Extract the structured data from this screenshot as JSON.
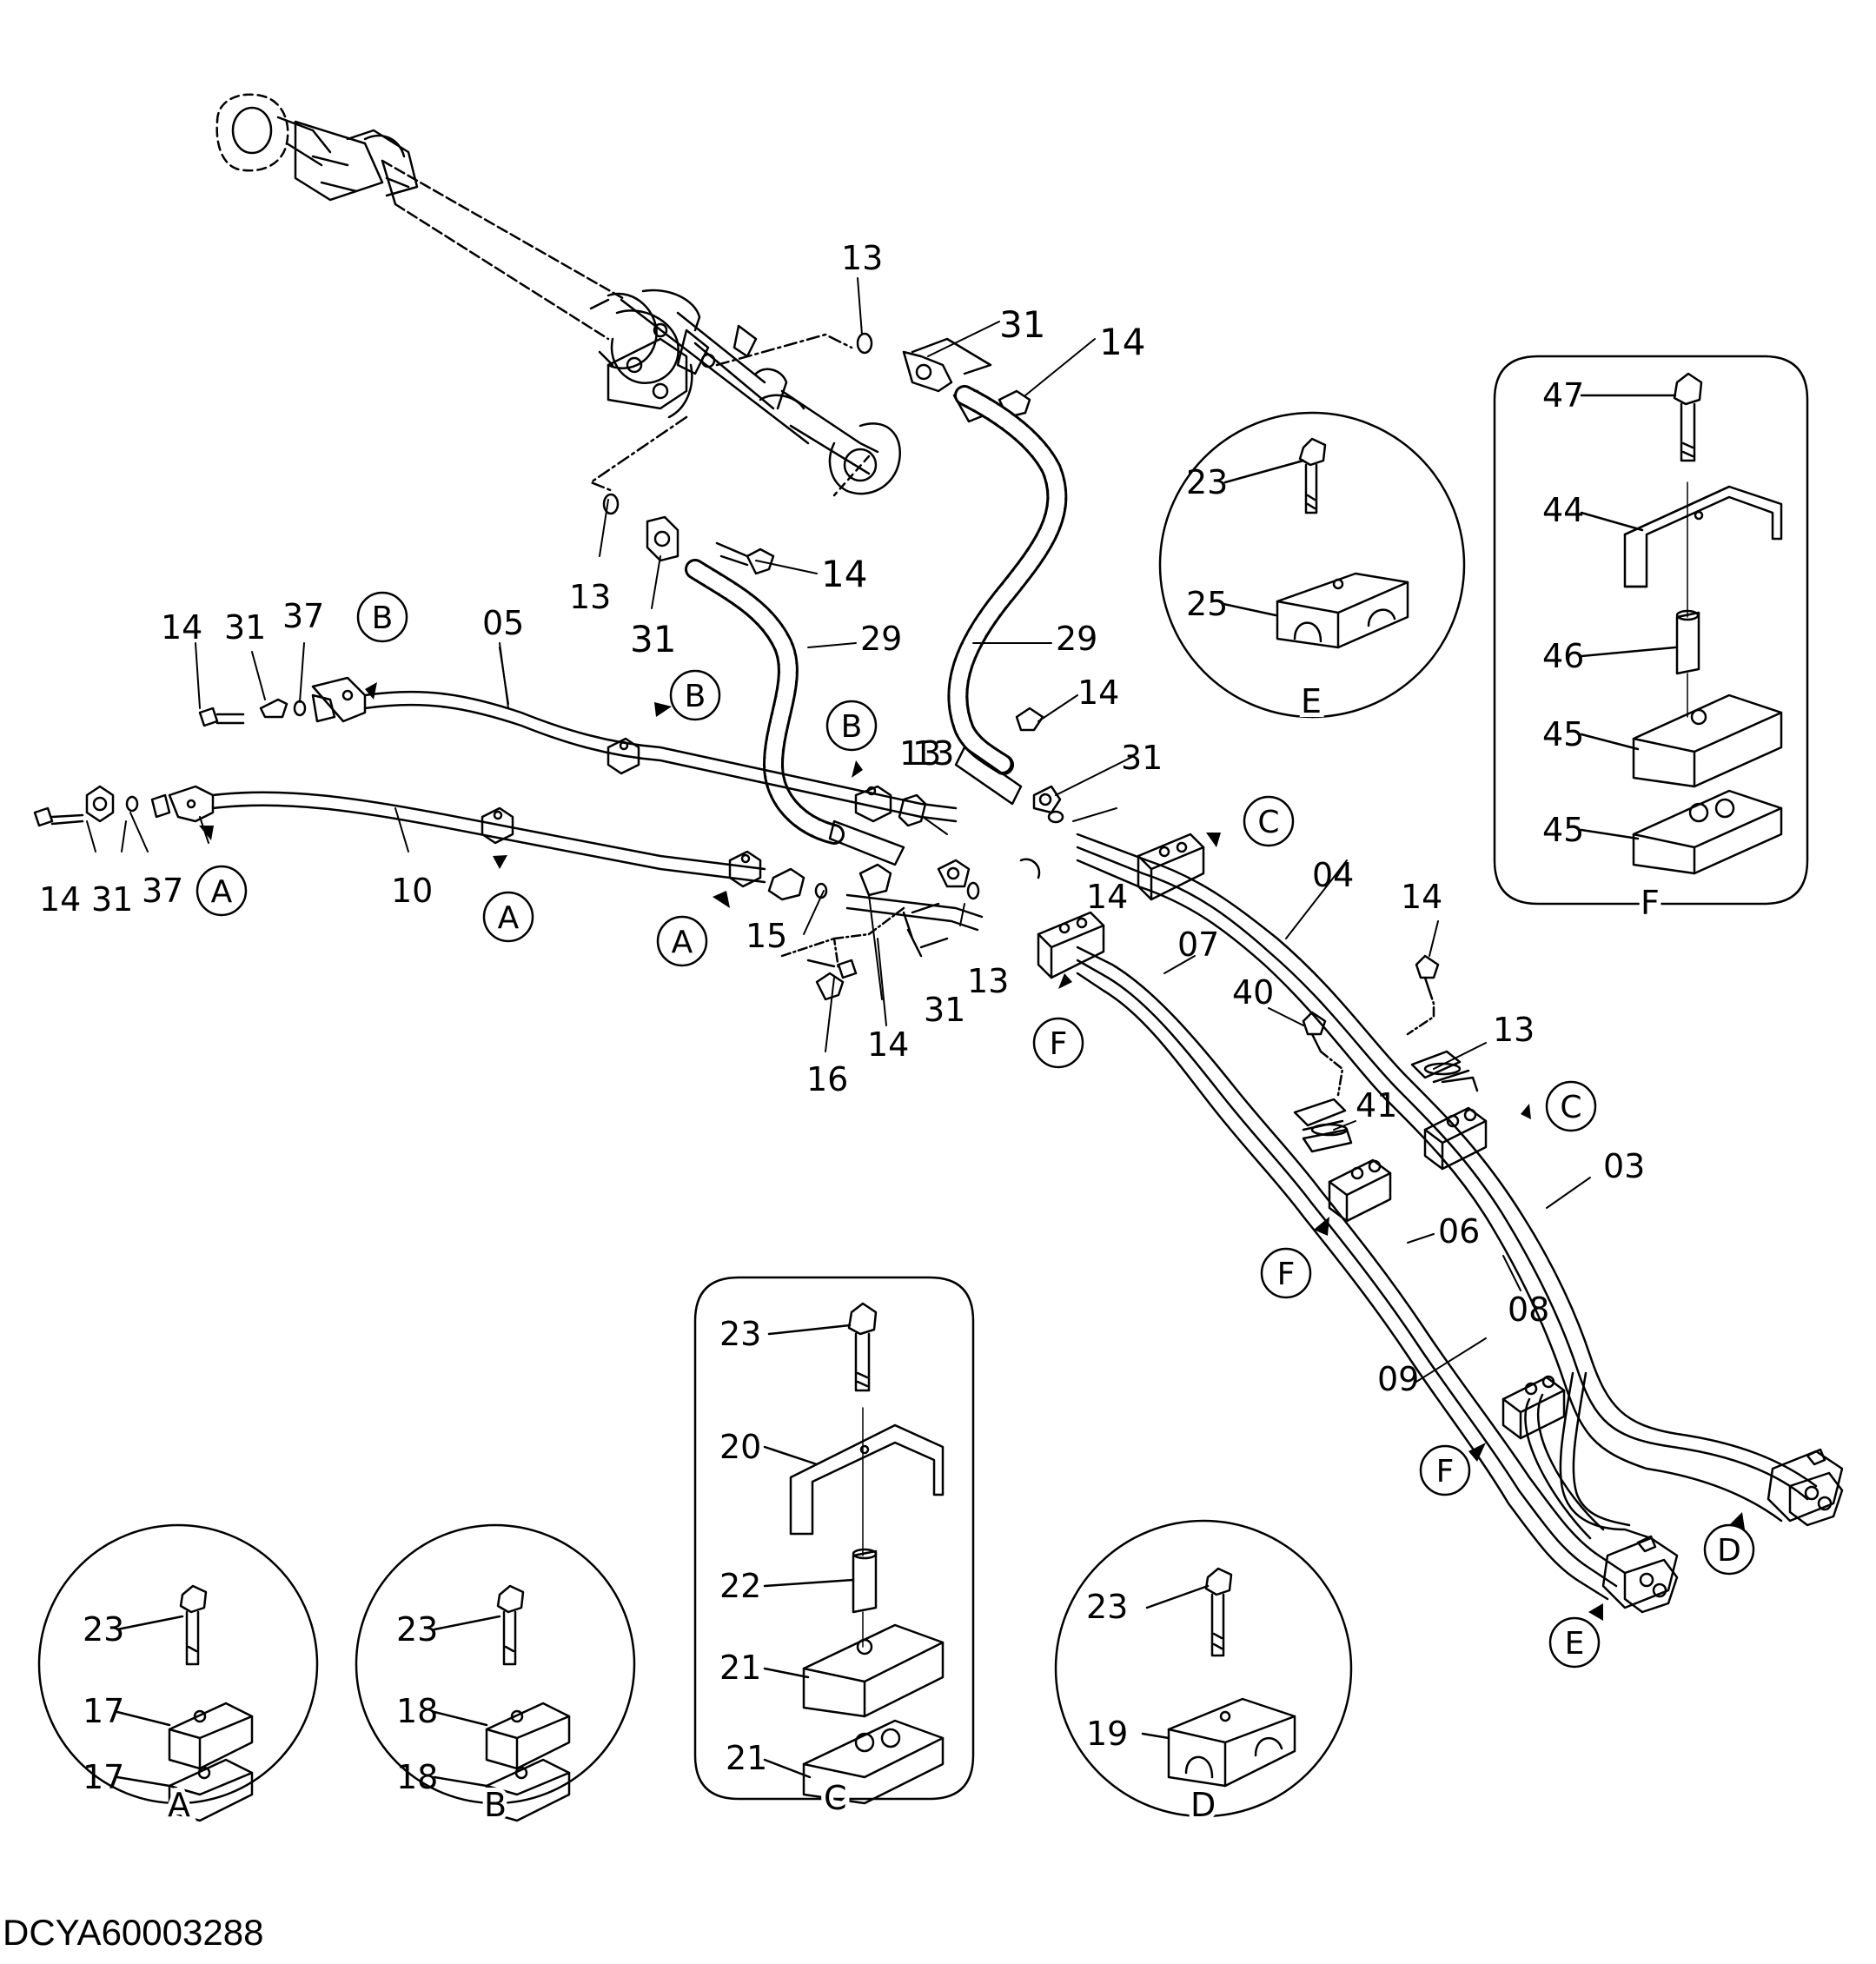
{
  "drawing_code": "DCYA60003288",
  "callouts": {
    "c1": "13",
    "c2": "31",
    "c3": "14",
    "c4": "13",
    "c5": "14",
    "c6": "31",
    "c7": "29",
    "c8": "29",
    "c9": "14",
    "c10": "31",
    "c11": "37",
    "c12": "05",
    "c13": "14",
    "c14": "31",
    "c15": "13",
    "c16": "14",
    "c17": "31",
    "c18": "37",
    "c19": "10",
    "c20": "15",
    "c21": "13",
    "c22": "14",
    "c23": "31",
    "c24": "13",
    "c25": "16",
    "c26": "14",
    "c27": "04",
    "c28": "07",
    "c29": "14",
    "c30": "40",
    "c31": "13",
    "c32": "41",
    "c33": "03",
    "c34": "06",
    "c35": "08",
    "c36": "09"
  },
  "markers": {
    "m1": "B",
    "m2": "B",
    "m3": "B",
    "m4": "A",
    "m5": "A",
    "m6": "A",
    "m7": "C",
    "m8": "F",
    "m9": "C",
    "m10": "F",
    "m11": "F",
    "m12": "D",
    "m13": "E"
  },
  "details": {
    "E": {
      "letter": "E",
      "parts": [
        "23",
        "25"
      ]
    },
    "F": {
      "letter": "F",
      "parts": [
        "47",
        "44",
        "46",
        "45",
        "45"
      ]
    },
    "C": {
      "letter": "C",
      "parts": [
        "23",
        "20",
        "22",
        "21",
        "21"
      ]
    },
    "A": {
      "letter": "A",
      "parts": [
        "23",
        "17",
        "17"
      ]
    },
    "B": {
      "letter": "B",
      "parts": [
        "23",
        "18",
        "18"
      ]
    },
    "D": {
      "letter": "D",
      "parts": [
        "23",
        "19"
      ]
    }
  }
}
